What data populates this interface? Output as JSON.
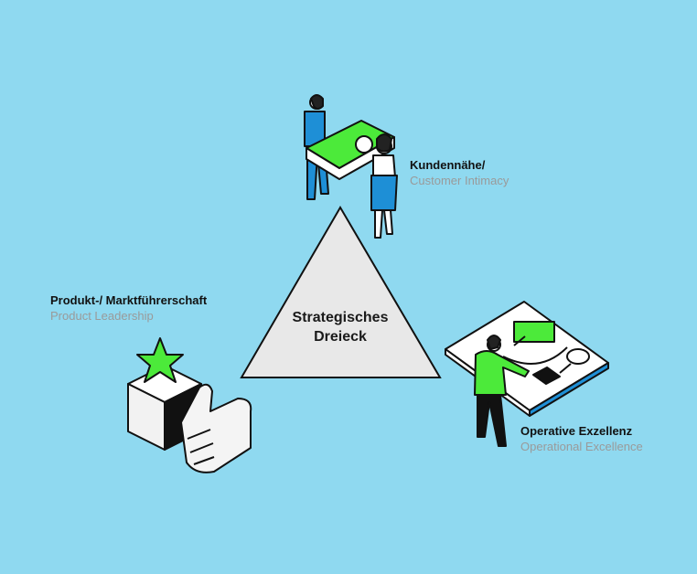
{
  "center": {
    "line1": "Strategisches",
    "line2": "Dreieck"
  },
  "corners": [
    {
      "de": "Kundennähe/",
      "en": "Customer Intimacy"
    },
    {
      "de": "Produkt-/ Marktführerschaft",
      "en": "Product Leadership"
    },
    {
      "de": "Operative Exzellenz",
      "en": "Operational Excellence"
    }
  ],
  "colors": {
    "background": "#8fd9f0",
    "accent": "#4cea3a",
    "blue": "#1e8fd6",
    "triangle": "#e8e8e8"
  }
}
